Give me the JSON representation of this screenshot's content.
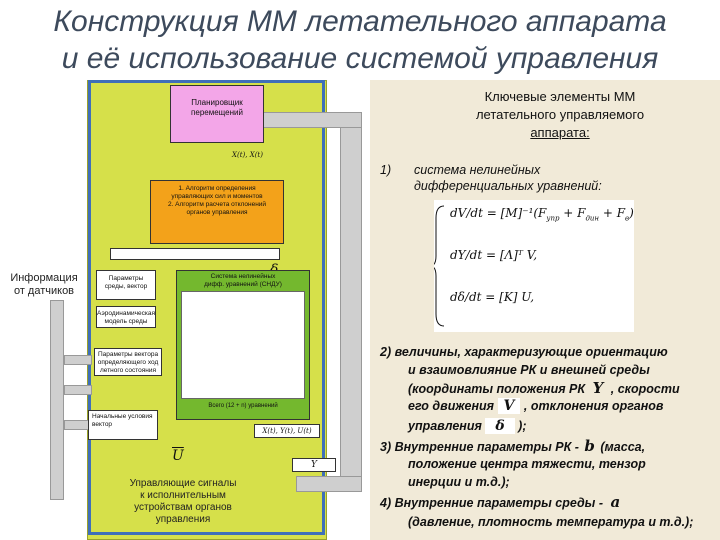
{
  "title": {
    "line1": "Конструкция ММ летательного аппарата",
    "line2": "и её использование системой управления"
  },
  "diagram": {
    "planner": {
      "line1": "Планировщик",
      "line2": "перемещений"
    },
    "planner_out": "X(t), X(t)",
    "algo": {
      "line1": "1. Алгоритм определения",
      "line2": "управляющих сил и моментов",
      "line3": "2. Алгоритм расчета отклонений",
      "line4": "органов управления"
    },
    "delta_symbol": "δ",
    "u_symbol": "U",
    "ybar_symbol": "Y",
    "environment_model": {
      "line1": "Параметры",
      "line2": "среды, вектор"
    },
    "aero_model": {
      "line1": "Аэродинамическая",
      "line2": "модель среды"
    },
    "motion_params": {
      "line1": "Параметры вектора",
      "line2": "определяющего ход",
      "line3": "летного состояния"
    },
    "nonlinear_system": {
      "line1": "Система нелинейных",
      "line2": "дифф. уравнений (СНДУ)"
    },
    "total_label": "Всего (12 + n) уравнений",
    "initial_conditions": {
      "line1": "Начальные условия",
      "line2": "вектор"
    },
    "outputs_label": "X(t), Y(t), U(t)",
    "sensor_info": {
      "line1": "Информация",
      "line2": "от датчиков"
    },
    "control_signals": {
      "line1": "Управляющие сигналы",
      "line2": "к исполнительным",
      "line3": "устройствам органов",
      "line4": "управления"
    }
  },
  "panel": {
    "heading": {
      "line1": "Ключевые элементы ММ",
      "line2": "летательного управляемого",
      "line3": "аппарата:"
    },
    "item1_num": "1)",
    "item1": {
      "line1": "система нелинейных",
      "line2": "дифференциальных уравнений:"
    },
    "item2": {
      "line1": "2) величины, характеризующие ориентацию",
      "line2": "и взаимовлияние РК и внешней среды",
      "line3": "(координаты положения РК",
      "line3b": ", скорости",
      "line4": "его движения",
      "line4b": ", отклонения органов",
      "line5": "управления",
      "line5b": ");"
    },
    "item3": {
      "line1": "3) Внутренние параметры РК -",
      "line1b": "(масса,",
      "line2": "положение центра тяжести, тензор",
      "line3": "инерции и т.д.);"
    },
    "item4": {
      "line1": "4) Внутренние параметры среды -",
      "line2": "(давление, плотность температура и т.д.);"
    },
    "symbols": {
      "Y": "Y",
      "V": "V",
      "delta": "δ",
      "b": "b",
      "a": "a"
    }
  },
  "colors": {
    "title": "#3d4a5c",
    "panel_bg": "#f1ead8",
    "diagram_yellow": "#d6e04a",
    "frame_blue": "#3f6fb8",
    "box_pink": "#f3a6e8",
    "box_orange": "#f3a21a",
    "box_green": "#74b82e"
  }
}
